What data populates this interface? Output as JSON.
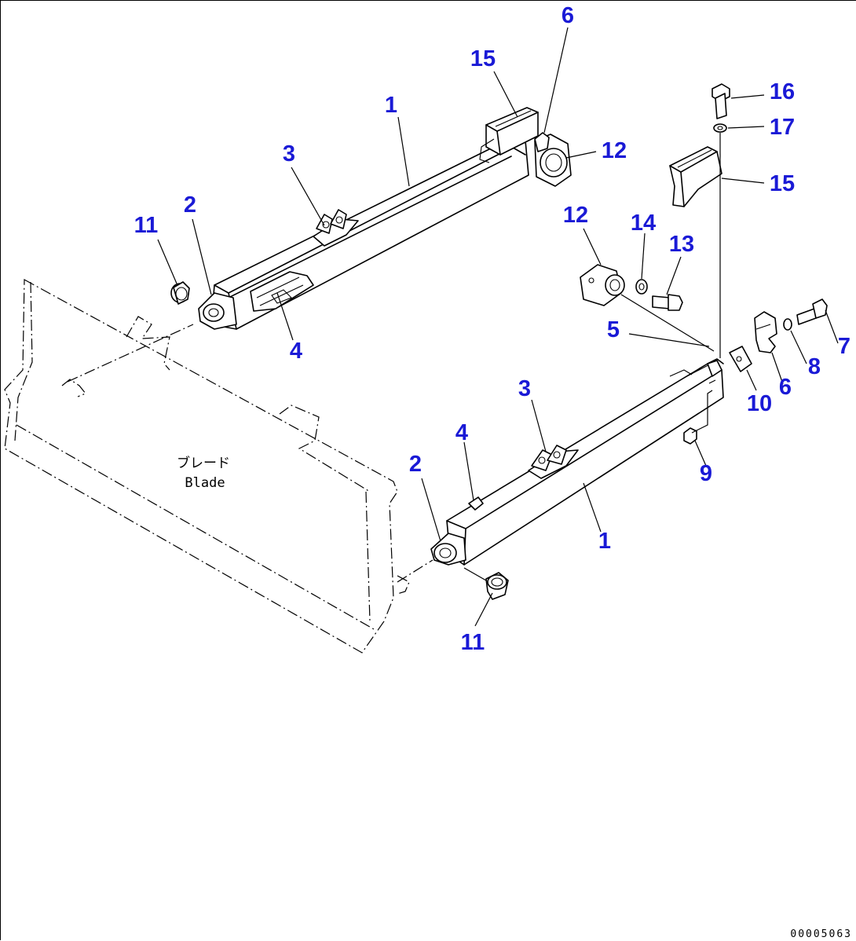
{
  "diagram": {
    "blade_label_jp": "ブレード",
    "blade_label_en": "Blade",
    "document_id": "00005063",
    "callouts": [
      "1",
      "2",
      "3",
      "4",
      "11",
      "6",
      "15",
      "12",
      "16",
      "17",
      "15",
      "12",
      "14",
      "13",
      "5",
      "7",
      "8",
      "6",
      "10",
      "3",
      "4",
      "2",
      "9",
      "1",
      "11"
    ]
  }
}
